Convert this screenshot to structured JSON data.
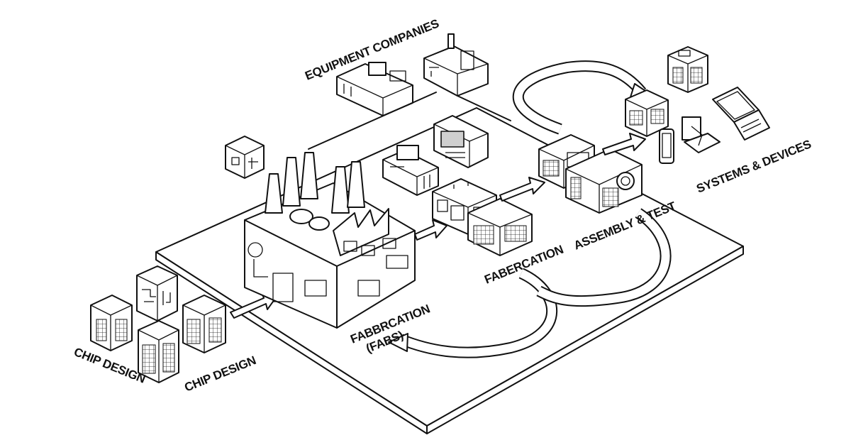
{
  "labels": {
    "equipment": "EQUIPMENT COMPANIES",
    "chip_design_left": "CHIP DESIGN",
    "chip_design_right": "CHIP DESIGN",
    "fabs_line1": "FABBRCATION",
    "fabs_line2": "(FABS)",
    "fabrication_mid": "FABERCATION",
    "assembly": "ASSEMBLY & TEST",
    "systems": "SYSTEMS & DEVICES"
  },
  "icons": [
    "chip-cube-icon",
    "factory-icon",
    "office-building-icon",
    "laptop-icon",
    "smartphone-icon",
    "monitor-icon",
    "robot-arm-icon",
    "arrow-icon"
  ],
  "colors": {
    "line": "#111111",
    "background": "#ffffff",
    "fill": "#ffffff",
    "shade": "#e9e9e9"
  }
}
